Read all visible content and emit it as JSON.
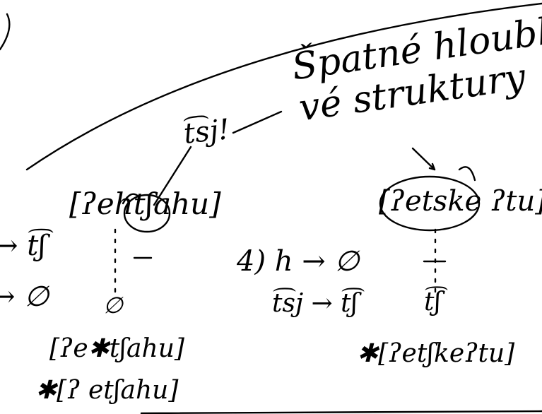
{
  "annotation": {
    "line1": "Špatné hloubko-",
    "line2": "vé struktury"
  },
  "tsj_label": "t͡sj!",
  "left_tree": {
    "form": "[ʔehtʃahu]",
    "rule_tsh": "→ t͡ʃ",
    "rule_null": "→ ∅",
    "node_null": "∅",
    "surface_1": "[ʔe✱tʃahu]",
    "surface_2": "✱[ʔ etʃahu]"
  },
  "middle_rules": {
    "rule_h": "4) h → ∅",
    "rule_tsj": "t͡sj → t͡ʃ"
  },
  "right_tree": {
    "form": "[ʔetske ʔtu]",
    "node_tsh": "t͡ʃ",
    "surface": "✱[ʔetʃkeʔtu]"
  }
}
